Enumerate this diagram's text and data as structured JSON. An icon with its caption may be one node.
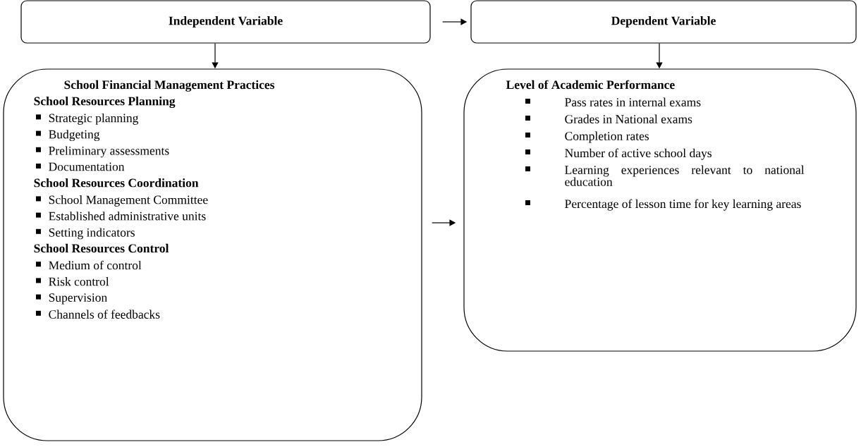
{
  "diagram": {
    "nodes": [
      {
        "text": [
          "Independent Variable"
        ]
      },
      {
        "text": [
          "Dependent Variable"
        ]
      },
      {
        "text": [
          "School Financial Management Practices",
          "School Resources Planning",
          "Strategic planning",
          "Budgeting",
          "Preliminary assessments",
          "Documentation",
          "School Resources Coordination",
          "School Management Committee",
          "Established administrative units",
          "Setting indicators",
          "School Resources Control",
          "Medium of control",
          "Risk control",
          "Supervision",
          "Channels of feedbacks"
        ]
      },
      {
        "text": [
          "Level of Academic Performance",
          "Pass rates in internal exams",
          "Grades in National exams",
          "Completion rates",
          "Number of active school days",
          "Learning experiences relevant to national education",
          "Percentage of lesson time for key learning areas"
        ]
      }
    ],
    "edges": [
      {
        "from": 0,
        "to": 1,
        "arrow": "to"
      },
      {
        "from": 0,
        "to": 2,
        "arrow": "to"
      },
      {
        "from": 1,
        "to": 3,
        "arrow": "to"
      },
      {
        "from": 2,
        "to": 3,
        "arrow": "to"
      }
    ]
  }
}
